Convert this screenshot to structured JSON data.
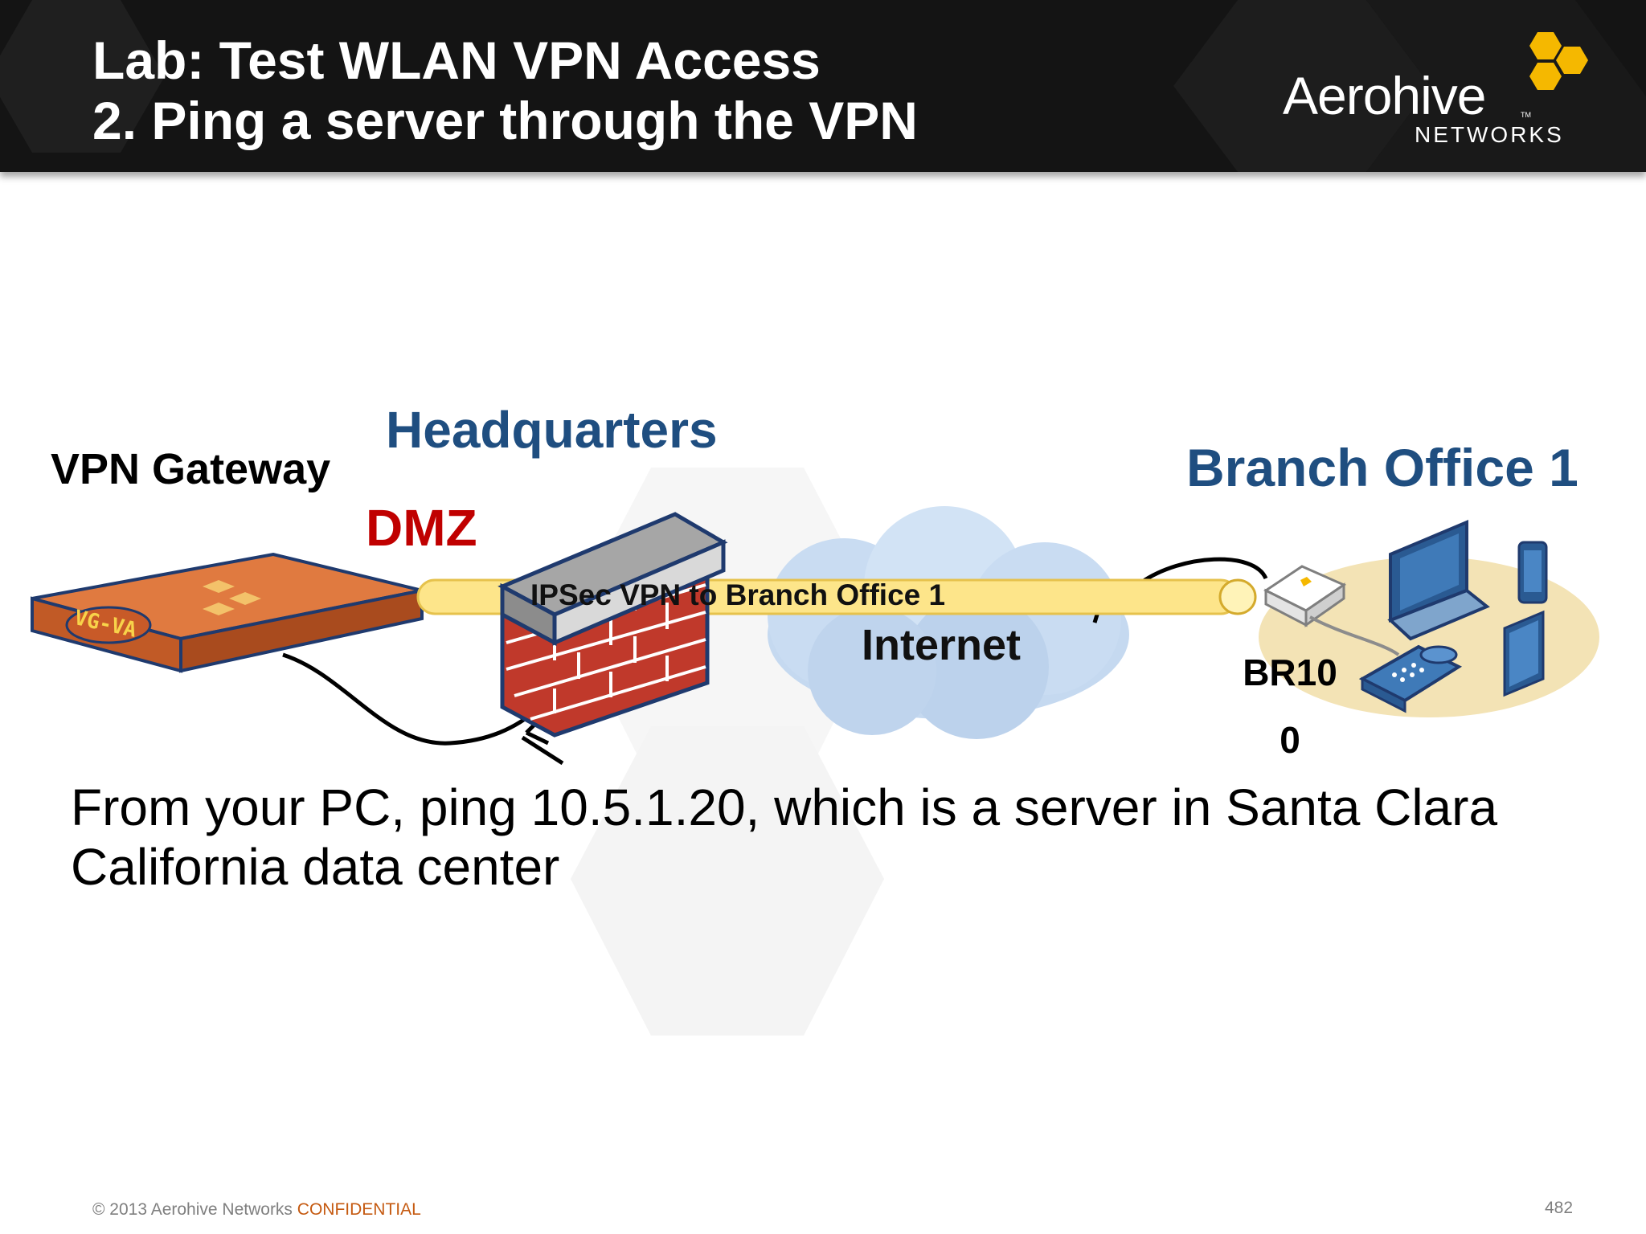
{
  "header": {
    "title": "Lab: Test WLAN VPN Access\n2. Ping a server through the VPN",
    "logo": {
      "wordmark": "Aerohive",
      "trademark": "TM",
      "subline": "NETWORKS",
      "hex_color": "#f5b800"
    }
  },
  "diagram": {
    "vpn_gateway_label": "VPN Gateway",
    "device_badge": "VG-VA",
    "headquarters_label": "Headquarters",
    "dmz_label": "DMZ",
    "tunnel_label": "IPSec VPN to Branch Office 1",
    "internet_label": "Internet",
    "branch_label": "Branch Office 1",
    "router_label": "BR100",
    "colors": {
      "headquarters": "#1f4e80",
      "dmz": "#c00000",
      "tunnel": "#fde58a",
      "gateway": "#d9672f",
      "firewall_brick": "#c0392b",
      "cloud": "#c5d9f0",
      "branch_area": "#f3e3b5"
    }
  },
  "instruction": "From your PC, ping 10.5.1.20, which is a server in Santa Clara California data center",
  "footer": {
    "copyright": "© 2013 Aerohive Networks ",
    "confidential": "CONFIDENTIAL",
    "page_number": "482"
  }
}
